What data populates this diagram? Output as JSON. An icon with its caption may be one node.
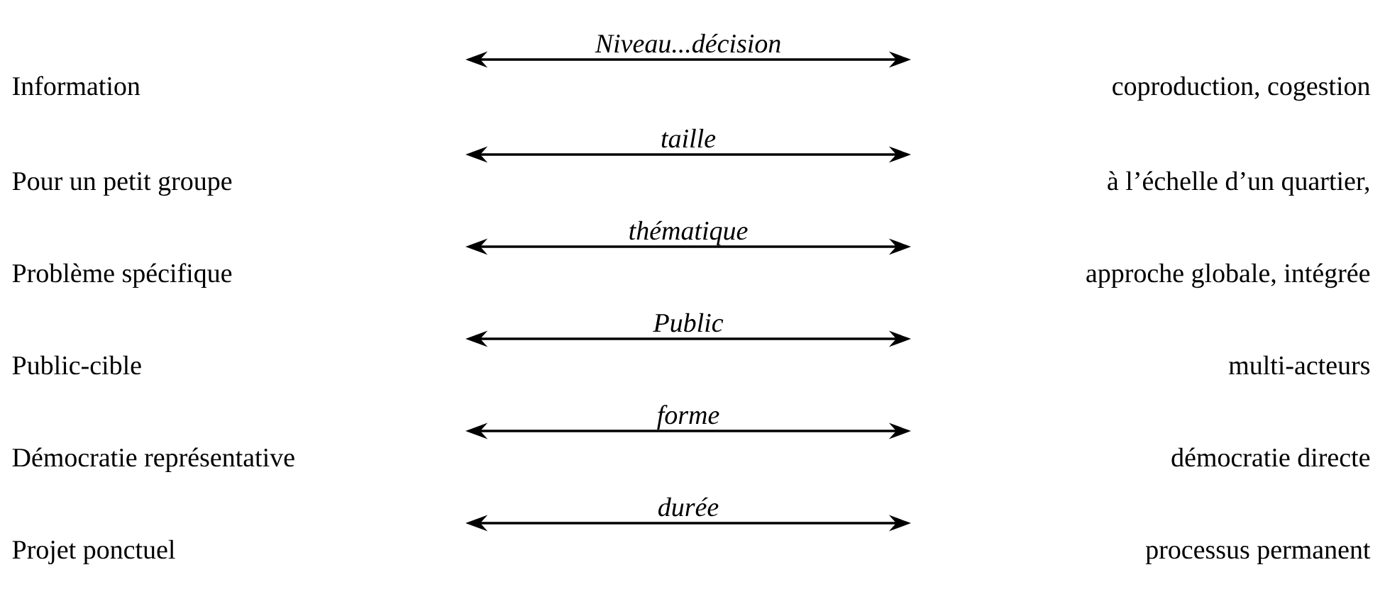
{
  "diagram": {
    "nodes": [
      {
        "text": [
          "Information"
        ]
      },
      {
        "text": [
          "coproduction, cogestion"
        ]
      },
      {
        "text": [
          "Pour un petit groupe"
        ]
      },
      {
        "text": [
          "à l’échelle d’un quartier,"
        ]
      },
      {
        "text": [
          "Problème spécifique"
        ]
      },
      {
        "text": [
          "approche globale, intégrée"
        ]
      },
      {
        "text": [
          "Public-cible"
        ]
      },
      {
        "text": [
          "multi-acteurs"
        ]
      },
      {
        "text": [
          "Démocratie représentative"
        ]
      },
      {
        "text": [
          "démocratie directe"
        ]
      },
      {
        "text": [
          "Projet ponctuel"
        ]
      },
      {
        "text": [
          "processus permanent"
        ]
      }
    ],
    "labels": [
      "Niveau...décision",
      "taille",
      "thématique",
      "Public",
      "forme",
      "durée"
    ]
  }
}
